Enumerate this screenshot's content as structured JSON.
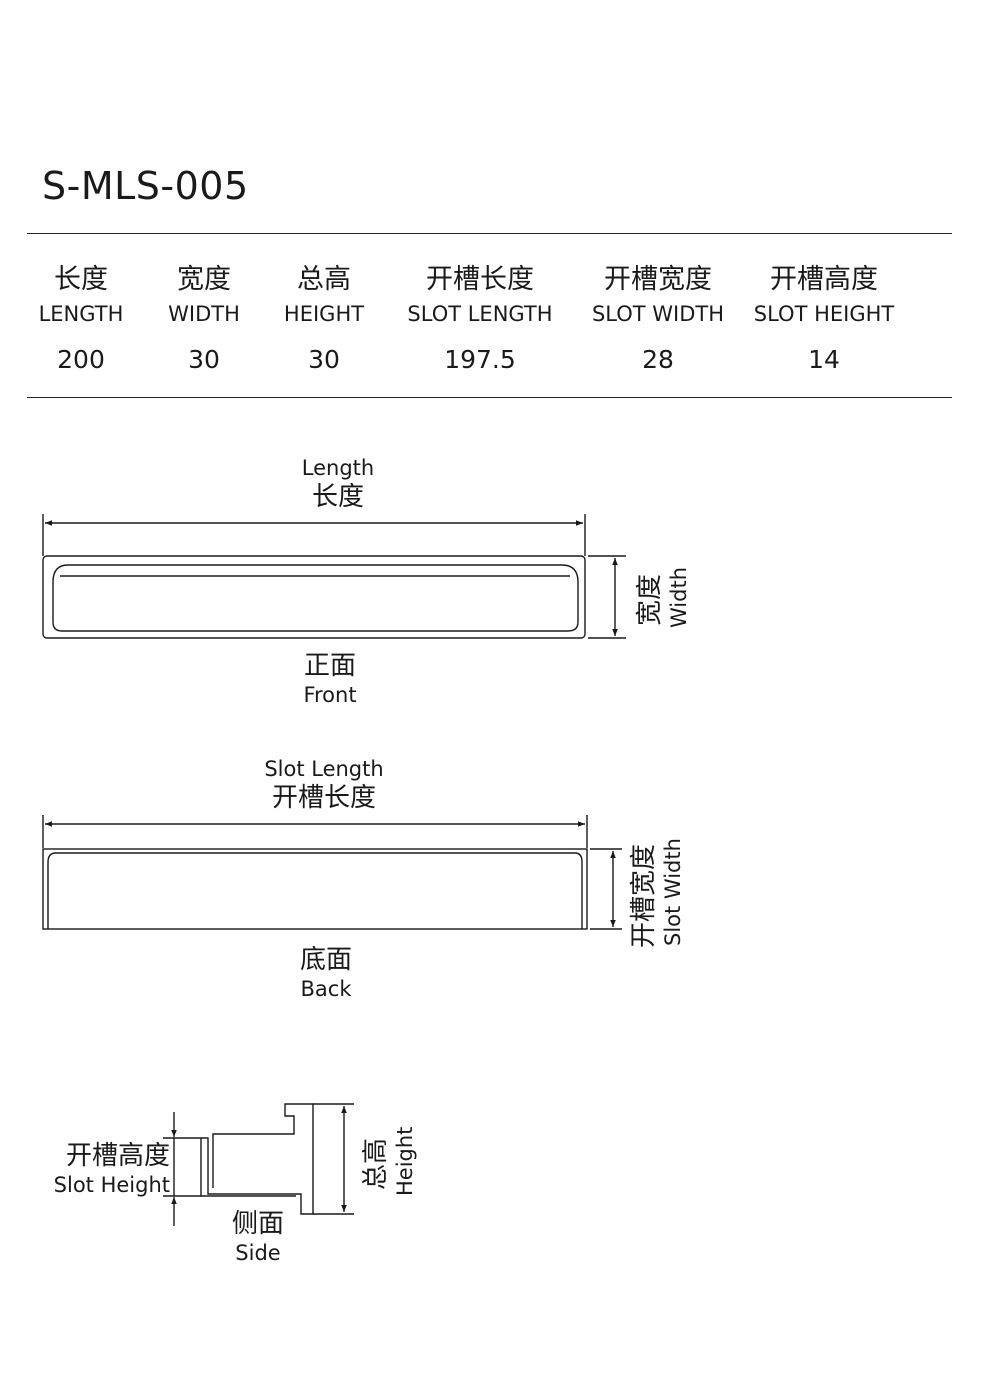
{
  "title": "S-MLS-005",
  "specs": [
    {
      "cn": "长度",
      "en": "LENGTH",
      "value": "200"
    },
    {
      "cn": "宽度",
      "en": "WIDTH",
      "value": "30"
    },
    {
      "cn": "总高",
      "en": "HEIGHT",
      "value": "30"
    },
    {
      "cn": "开槽长度",
      "en": "SLOT LENGTH",
      "value": "197.5"
    },
    {
      "cn": "开槽宽度",
      "en": "SLOT WIDTH",
      "value": "28"
    },
    {
      "cn": "开槽高度",
      "en": "SLOT HEIGHT",
      "value": "14"
    }
  ],
  "front_view": {
    "length_en": "Length",
    "length_cn": "长度",
    "width_cn": "宽度",
    "width_en": "Width",
    "view_cn": "正面",
    "view_en": "Front"
  },
  "back_view": {
    "length_en": "Slot Length",
    "length_cn": "开槽长度",
    "width_cn": "开槽宽度",
    "width_en": "Slot Width",
    "view_cn": "底面",
    "view_en": "Back"
  },
  "side_view": {
    "slot_height_cn": "开槽高度",
    "slot_height_en": "Slot Height",
    "height_cn": "总高",
    "height_en": "Height",
    "view_cn": "侧面",
    "view_en": "Side"
  },
  "colors": {
    "ink": "#1a1a1a",
    "background": "#ffffff"
  }
}
